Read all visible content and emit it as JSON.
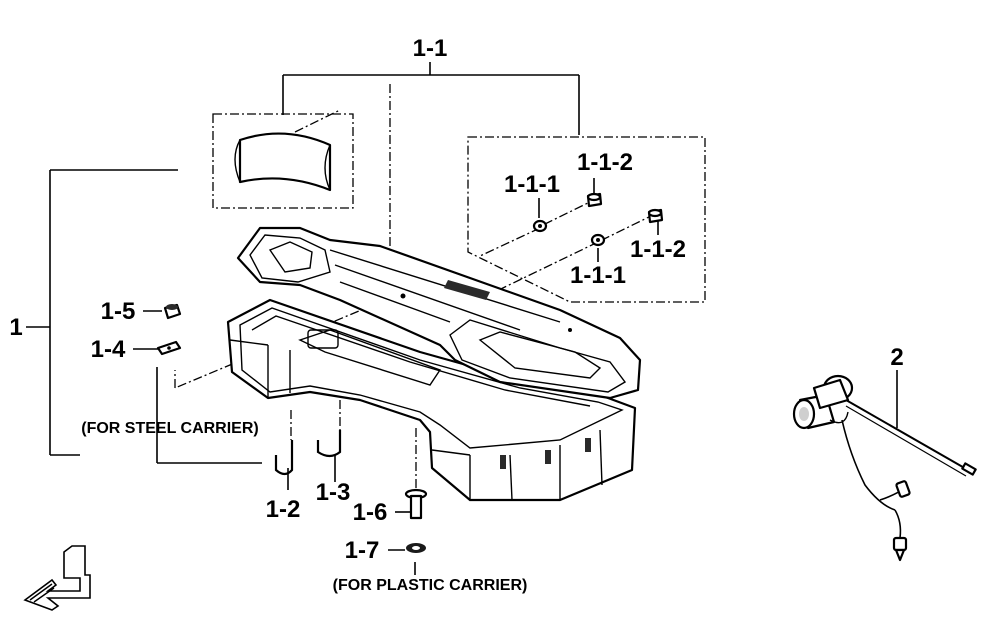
{
  "labels": {
    "l_1_1": "1-1",
    "l_1_1_2_top": "1-1-2",
    "l_1_1_1_top": "1-1-1",
    "l_1_1_2_bot": "1-1-2",
    "l_1_1_1_bot": "1-1-1",
    "l_1": "1",
    "l_1_5": "1-5",
    "l_1_4": "1-4",
    "l_1_2": "1-2",
    "l_1_3": "1-3",
    "l_1_6": "1-6",
    "l_1_7": "1-7",
    "l_2": "2",
    "steel_note": "(FOR STEEL CARRIER)",
    "plastic_note": "(FOR PLASTIC CARRIER)"
  },
  "icons": {
    "front_arrow": "front-direction-arrow-icon"
  }
}
